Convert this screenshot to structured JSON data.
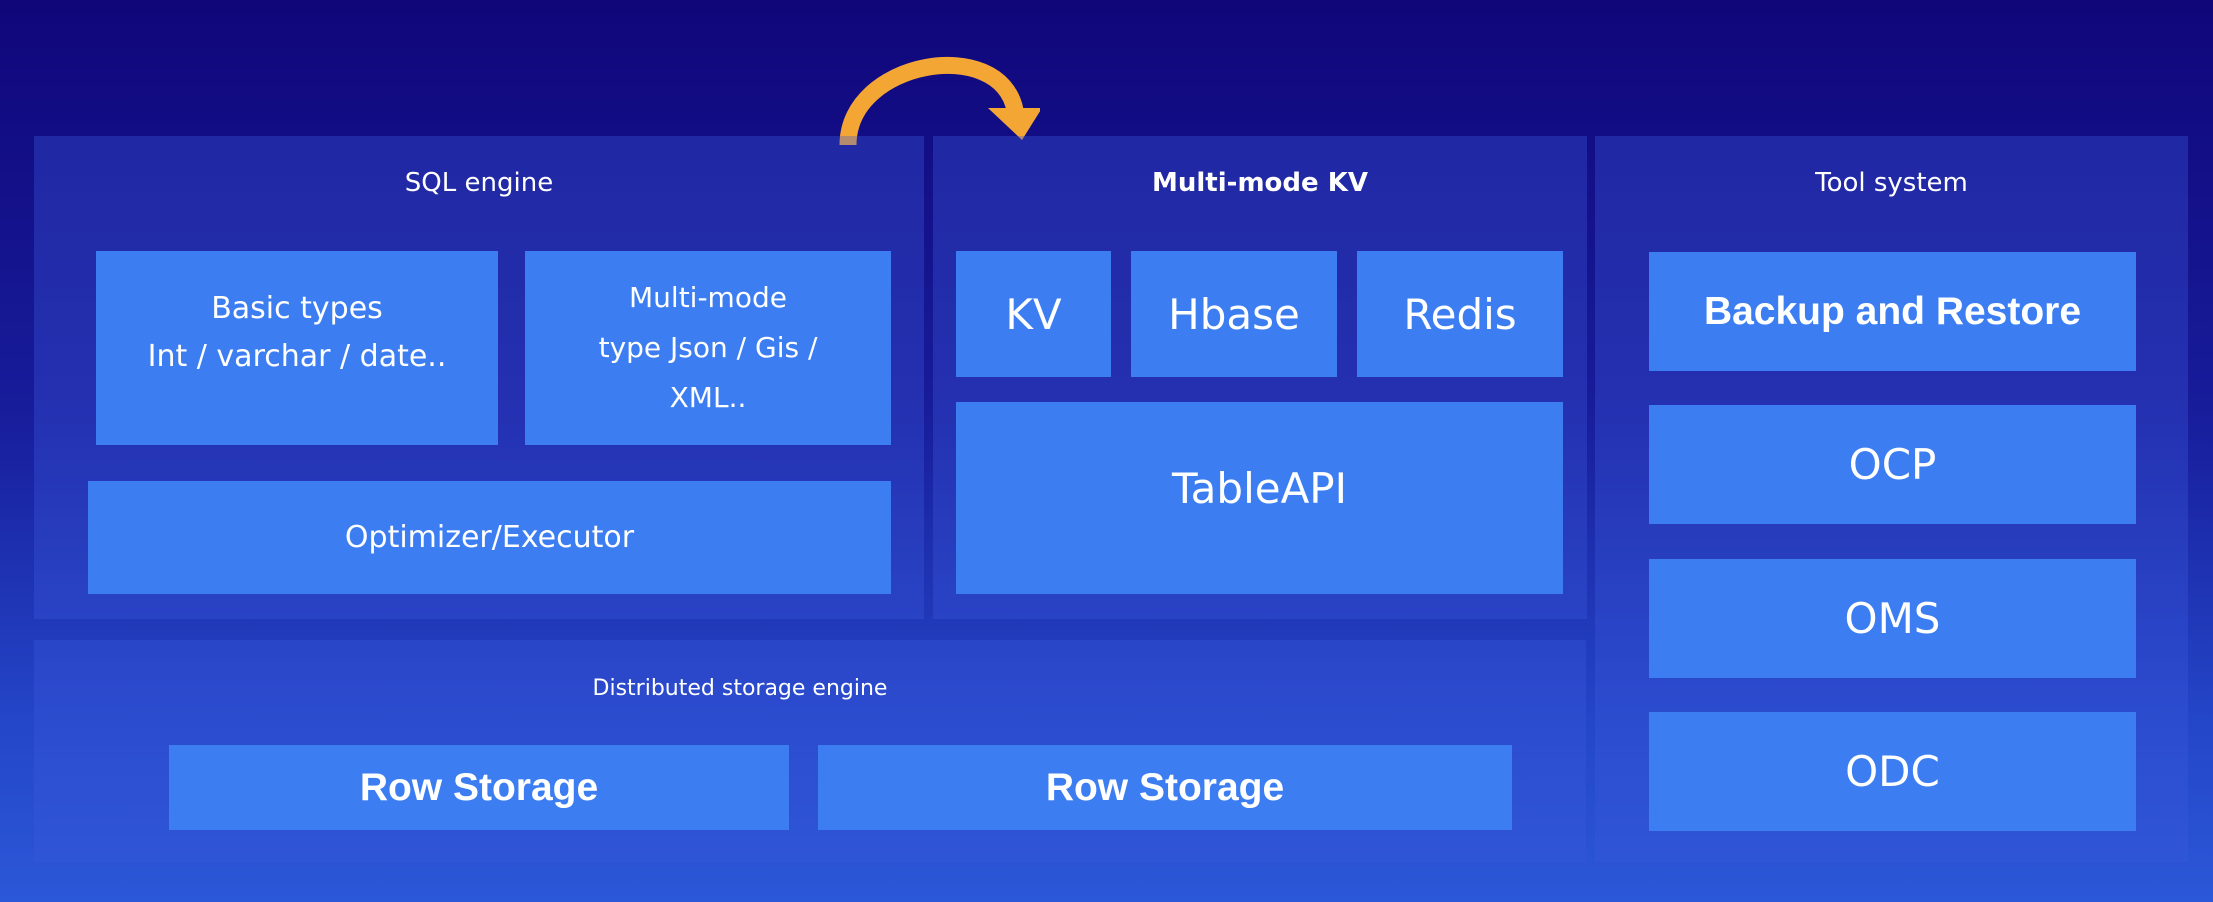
{
  "sql_engine": {
    "title": "SQL engine",
    "basic_types": "Basic types\nInt / varchar / date..",
    "multimode_types": "Multi-mode\ntype Json / Gis /\nXML..",
    "optimizer": "Optimizer/Executor"
  },
  "multimode_kv": {
    "title": "Multi-mode KV",
    "items": [
      "KV",
      "Hbase",
      "Redis"
    ],
    "table_api": "TableAPI"
  },
  "tool_system": {
    "title": "Tool system",
    "items": [
      "Backup and Restore",
      "OCP",
      "OMS",
      "ODC"
    ]
  },
  "storage": {
    "title": "Distributed storage engine",
    "items": [
      "Row Storage",
      "Row Storage"
    ]
  },
  "colors": {
    "box": "#3c7ef2",
    "arrow": "#f3a634",
    "background_top": "#10067a",
    "background_bottom": "#2b58d8"
  }
}
